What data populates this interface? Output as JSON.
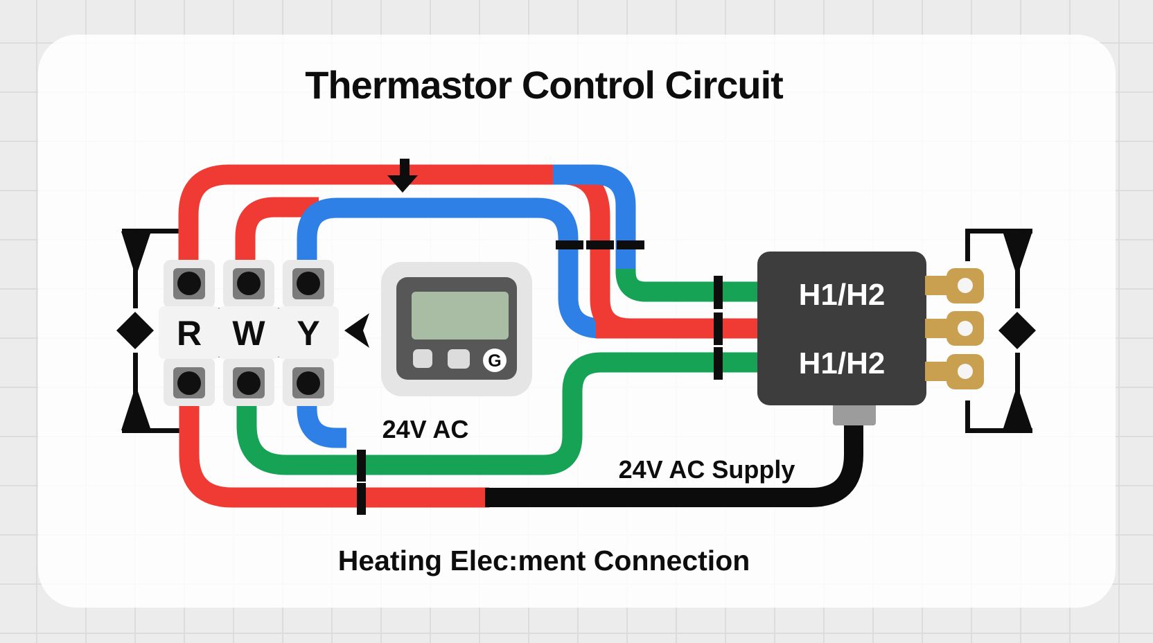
{
  "title": "Thermastor Control Circuit",
  "caption": "Heating Elec:ment Connection",
  "supply_label": "24V AC Supply",
  "terminals": {
    "labels": [
      "R",
      "W",
      "Y"
    ]
  },
  "thermostat": {
    "label": "24V AC",
    "badge": "G"
  },
  "relay": {
    "label_top": "H1/H2",
    "label_bottom": "H1/H2"
  },
  "colors": {
    "wire_red": "#ef3b33",
    "wire_blue": "#2e80e6",
    "wire_green": "#17a356",
    "wire_black": "#0c0c0c",
    "annotation": "#0d0d0d",
    "relay_box": "#3d3d3d",
    "connector_gold": "#c9a04f",
    "lcd": "#a9bda4"
  }
}
